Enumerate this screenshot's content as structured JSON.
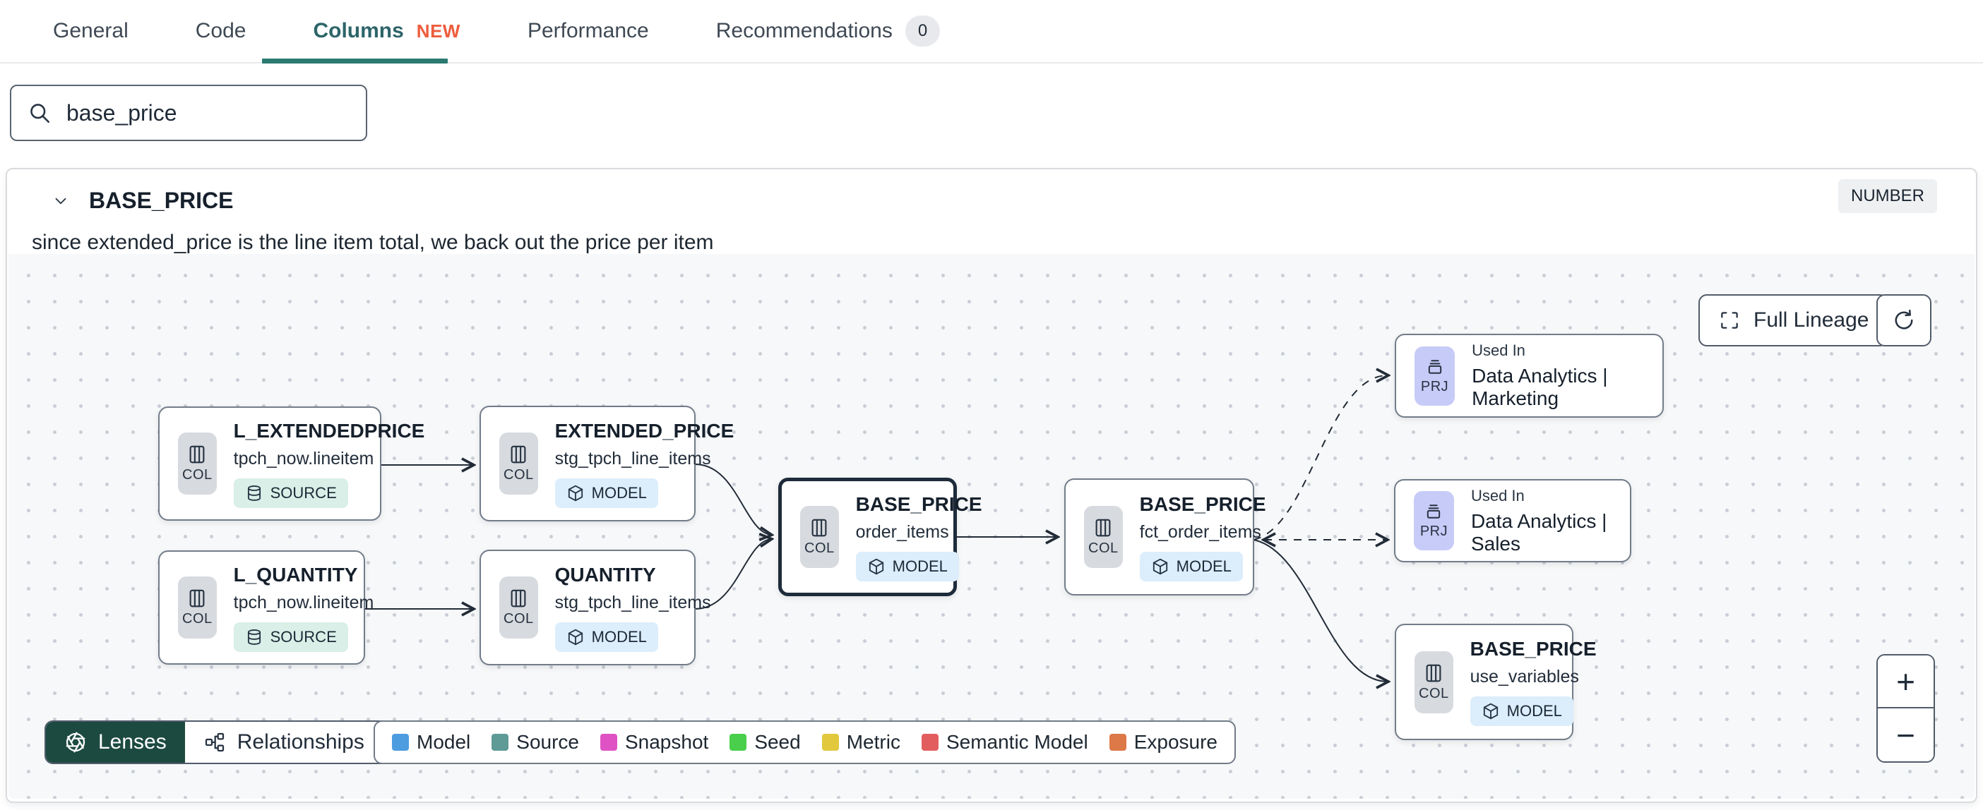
{
  "tabs": [
    {
      "label": "General"
    },
    {
      "label": "Code"
    },
    {
      "label": "Columns",
      "new_badge": "NEW"
    },
    {
      "label": "Performance"
    },
    {
      "label": "Recommendations",
      "count": "0"
    }
  ],
  "search": {
    "value": "base_price"
  },
  "column_panel": {
    "name": "BASE_PRICE",
    "type": "NUMBER",
    "description": "since extended_price is the line item total, we back out the price per item"
  },
  "lineage": {
    "full_lineage_label": "Full Lineage",
    "nodes": [
      {
        "title": "L_EXTENDEDPRICE",
        "subtitle": "tpch_now.lineitem",
        "chip": "COL",
        "badge": "SOURCE"
      },
      {
        "title": "L_QUANTITY",
        "subtitle": "tpch_now.lineitem",
        "chip": "COL",
        "badge": "SOURCE"
      },
      {
        "title": "EXTENDED_PRICE",
        "subtitle": "stg_tpch_line_items",
        "chip": "COL",
        "badge": "MODEL"
      },
      {
        "title": "QUANTITY",
        "subtitle": "stg_tpch_line_items",
        "chip": "COL",
        "badge": "MODEL"
      },
      {
        "title": "BASE_PRICE",
        "subtitle": "order_items",
        "chip": "COL",
        "badge": "MODEL"
      },
      {
        "title": "BASE_PRICE",
        "subtitle": "fct_order_items",
        "chip": "COL",
        "badge": "MODEL"
      },
      {
        "title": "BASE_PRICE",
        "subtitle": "use_variables",
        "chip": "COL",
        "badge": "MODEL"
      }
    ],
    "used_in": [
      {
        "label": "Used In",
        "name": "Data Analytics | Marketing",
        "chip": "PRJ"
      },
      {
        "label": "Used In",
        "name": "Data Analytics | Sales",
        "chip": "PRJ"
      }
    ],
    "toolbar": {
      "lenses": "Lenses",
      "relationships": "Relationships"
    },
    "legend": [
      {
        "label": "Model",
        "color": "#4e9ce0"
      },
      {
        "label": "Source",
        "color": "#5e9b97"
      },
      {
        "label": "Snapshot",
        "color": "#df52c4"
      },
      {
        "label": "Seed",
        "color": "#49cf4c"
      },
      {
        "label": "Metric",
        "color": "#e2c83d"
      },
      {
        "label": "Semantic Model",
        "color": "#e25e5e"
      },
      {
        "label": "Exposure",
        "color": "#dd7848"
      }
    ],
    "zoom_controls": {
      "zoom_in": "+",
      "zoom_out": "−"
    },
    "accent_colors": {
      "active_tab": "#2d6569",
      "underline": "#2a7a70",
      "lenses_bg": "#1d4a40"
    }
  }
}
